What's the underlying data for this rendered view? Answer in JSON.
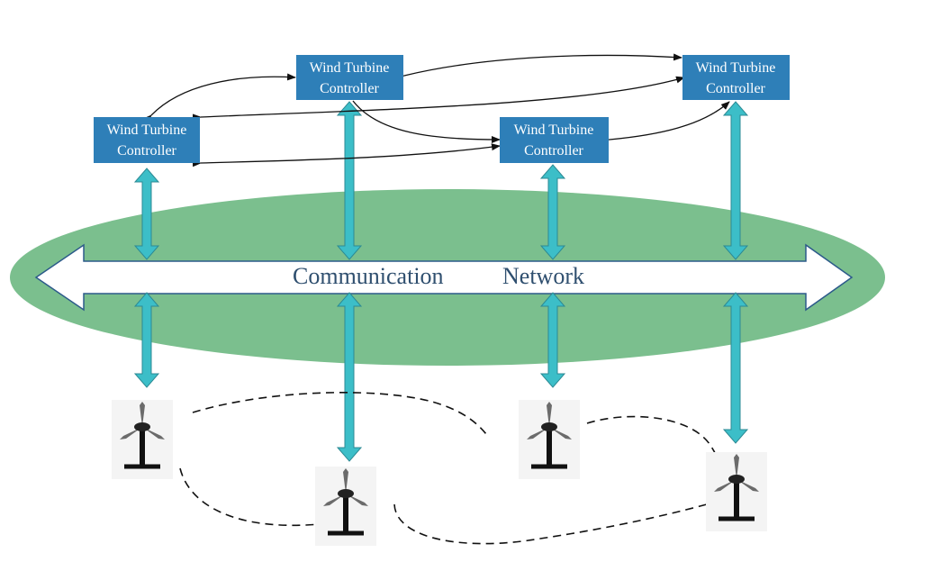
{
  "controllers": [
    {
      "line1": "Wind Turbine",
      "line2": "Controller"
    },
    {
      "line1": "Wind Turbine",
      "line2": "Controller"
    },
    {
      "line1": "Wind Turbine",
      "line2": "Controller"
    },
    {
      "line1": "Wind Turbine",
      "line2": "Controller"
    }
  ],
  "network": {
    "word1": "Communication",
    "word2": "Network"
  },
  "colors": {
    "controller_fill": "#2e7fb8",
    "ellipse_fill": "#7bbf8e",
    "link_arrow": "#3cbec8",
    "bus_arrow_fill": "#ffffff",
    "bus_arrow_stroke": "#2c5a8a"
  },
  "icons": [
    "wind-turbine-icon"
  ]
}
